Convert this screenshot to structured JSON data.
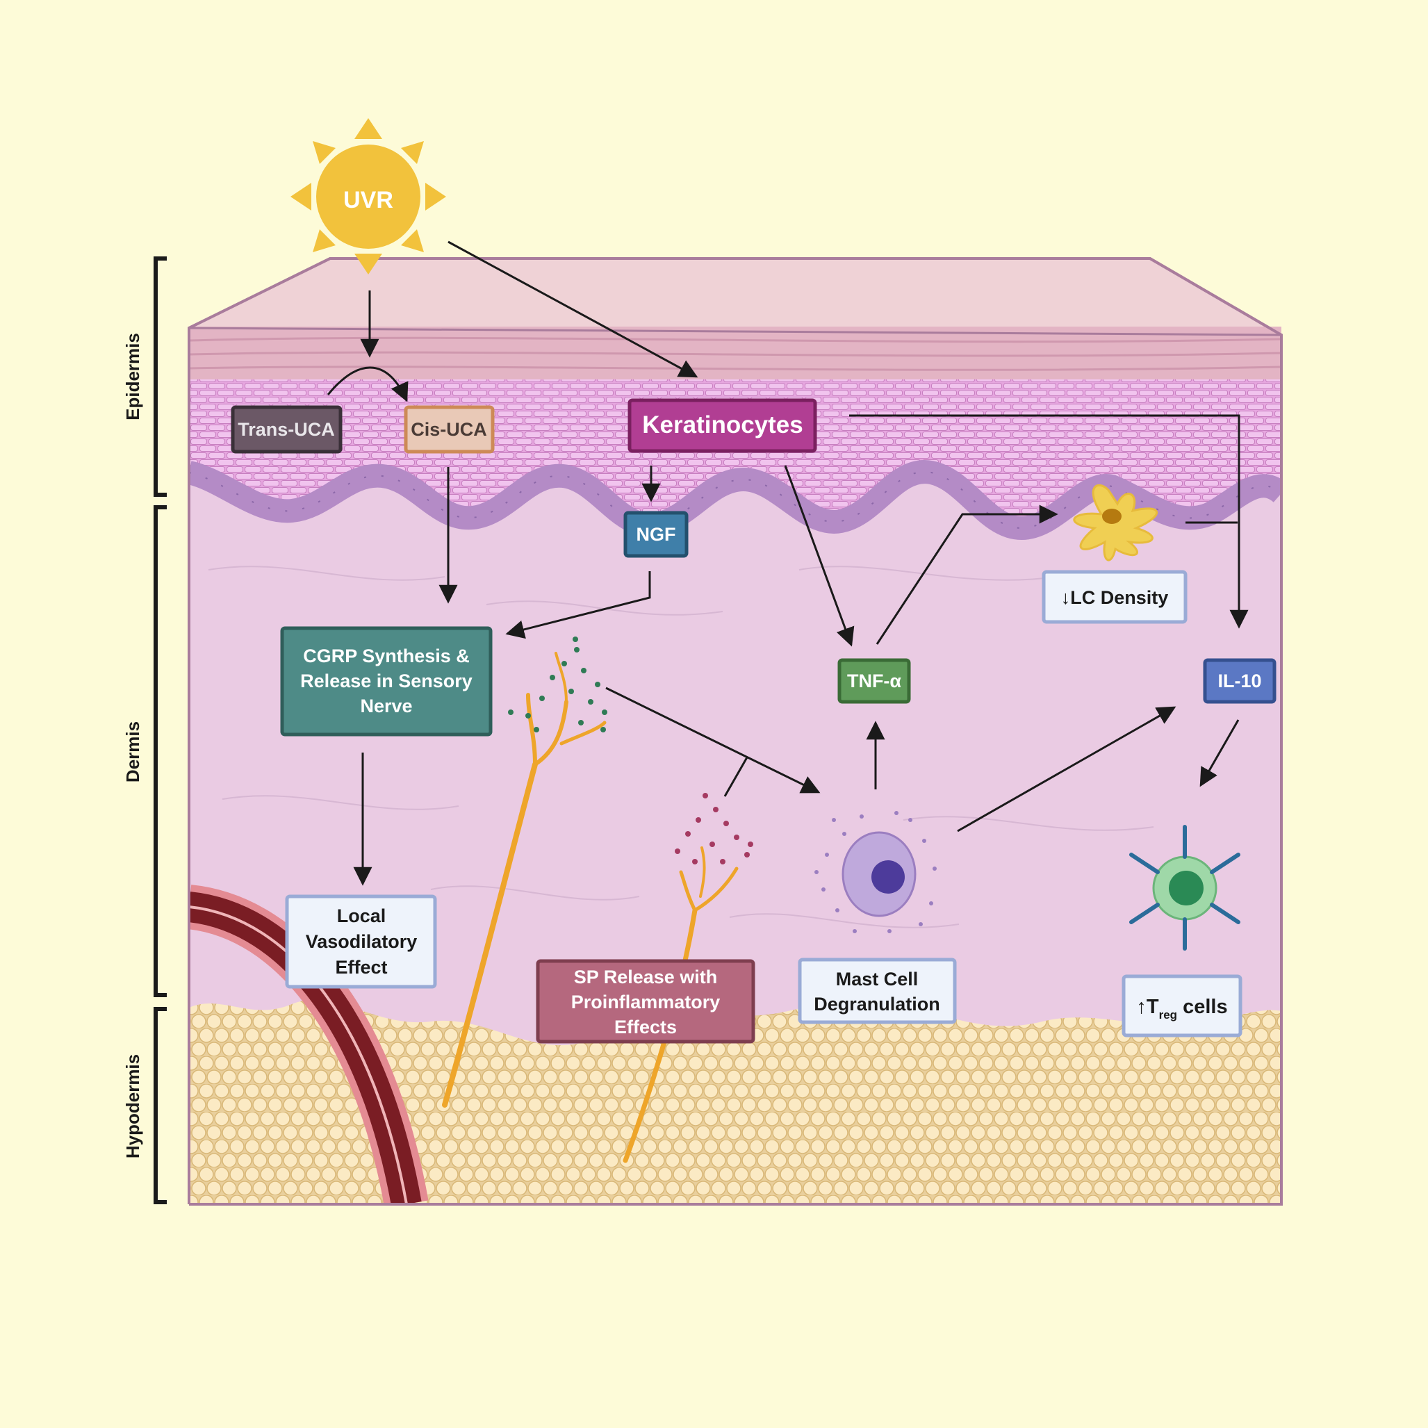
{
  "sun": {
    "label": "UVR"
  },
  "layers": {
    "epidermis": "Epidermis",
    "dermis": "Dermis",
    "hypodermis": "Hypodermis"
  },
  "boxes": {
    "trans_uca": "Trans-UCA",
    "cis_uca": "Cis-UCA",
    "keratinocytes": "Keratinocytes",
    "ngf": "NGF",
    "cgrp": [
      "CGRP Synthesis &",
      "Release in Sensory",
      "Nerve"
    ],
    "vaso": [
      "Local",
      "Vasodilatory",
      "Effect"
    ],
    "sp": [
      "SP Release with",
      "Proinflammatory",
      "Effects"
    ],
    "tnf": "TNF-α",
    "mast": [
      "Mast Cell",
      "Degranulation"
    ],
    "lc": "↓LC Density",
    "il10": "IL-10",
    "treg": {
      "arrow": "↑",
      "t": "T",
      "sub": "reg",
      "rest": " cells"
    }
  },
  "colors": {
    "background": "#fdfbd8",
    "trans_uca": "#6b5866",
    "cis_uca": "#e9c9b7",
    "keratinocytes": "#b13e93",
    "ngf": "#3f7fa9",
    "cgrp": "#4e8b87",
    "tnf": "#5f9b5a",
    "il10": "#5b78c4",
    "sp": "#b5687e",
    "sun": "#f2c23c"
  }
}
